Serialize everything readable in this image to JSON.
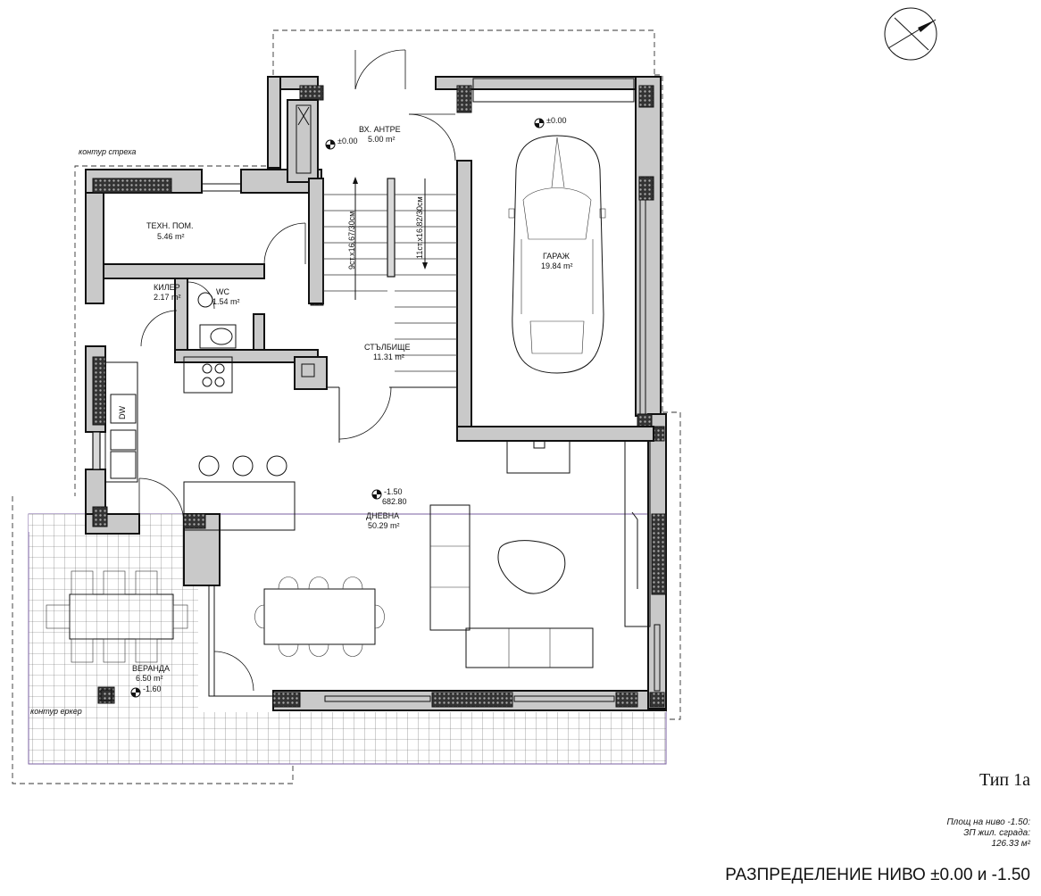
{
  "rooms": [
    {
      "id": "vestibule",
      "name": "ВХ. АНТРЕ",
      "area": "5.00 m²"
    },
    {
      "id": "tech",
      "name": "ТЕХН. ПОМ.",
      "area": "5.46 m²"
    },
    {
      "id": "garage",
      "name": "ГАРАЖ",
      "area": "19.84 m²"
    },
    {
      "id": "pantry",
      "name": "КИЛЕР",
      "area": "2.17 m²"
    },
    {
      "id": "wc",
      "name": "WC",
      "area": "1.54 m²"
    },
    {
      "id": "stair",
      "name": "СТЪЛБИЩЕ",
      "area": "11.31 m²"
    },
    {
      "id": "living",
      "name": "ДНЕВНА",
      "area": "50.29 m²"
    },
    {
      "id": "veranda",
      "name": "ВЕРАНДА",
      "area": "6.50 m²"
    }
  ],
  "levels": {
    "entry": "±0.00",
    "vestibule": "±0.00",
    "garage": "±0.00",
    "living_level": "-1.50",
    "living_abs": "682.80",
    "veranda": "-1.60"
  },
  "stairs": {
    "flight_left": "9ст.х16.67/30см",
    "flight_right": "11ст.х16.82/30см"
  },
  "appliances": {
    "dishwasher": "DW"
  },
  "annotations": {
    "eave_outline": "контур стреха",
    "bay_outline": "контур еркер"
  },
  "sheet": {
    "type_label": "Тип 1а",
    "area_label_1": "Площ на ниво -1.50:",
    "area_label_2": "ЗП жил. сграда:",
    "area_value": "126.33 м²",
    "title": "РАЗПРЕДЕЛЕНИЕ НИВО ±0.00 и -1.50"
  }
}
